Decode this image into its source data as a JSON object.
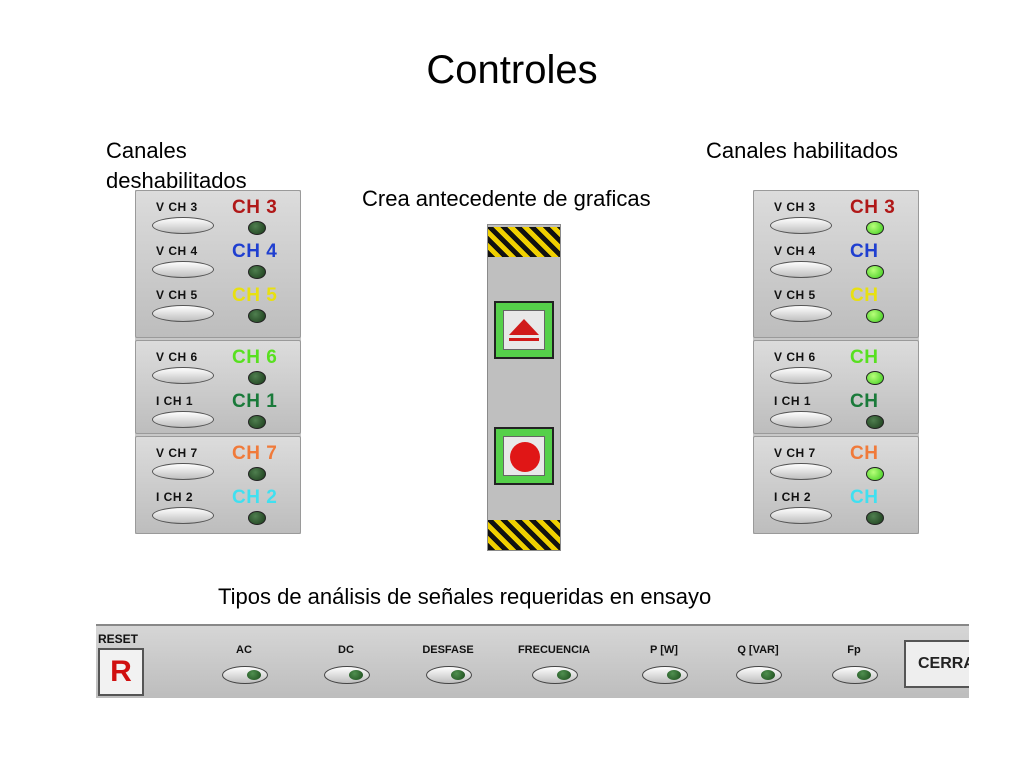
{
  "slide": {
    "title": "Controles",
    "caption_disabled": "Canales deshabilitados",
    "caption_enabled": "Canales habilitados",
    "caption_center": "Crea antecedente de graficas",
    "caption_bottom": "Tipos de análisis de señales requeridas en ensayo"
  },
  "colors": {
    "ch3": "#b01818",
    "ch4": "#1f3fd0",
    "ch5": "#e8e010",
    "ch6": "#58e020",
    "ch1": "#1a7a3a",
    "ch7": "#f07a3a",
    "ch2": "#40e0f0"
  },
  "disabled_panel": {
    "rows": [
      {
        "label": "V CH 3",
        "tag": "CH 3",
        "color": "#b01818",
        "led": "off"
      },
      {
        "label": "V CH 4",
        "tag": "CH 4",
        "color": "#1f3fd0",
        "led": "off"
      },
      {
        "label": "V CH 5",
        "tag": "CH 5",
        "color": "#e8e010",
        "led": "off"
      },
      {
        "label": "V CH 6",
        "tag": "CH 6",
        "color": "#58e020",
        "led": "off"
      },
      {
        "label": "I CH 1",
        "tag": "CH 1",
        "color": "#1a7a3a",
        "led": "off"
      },
      {
        "label": "V CH 7",
        "tag": "CH 7",
        "color": "#f07a3a",
        "led": "off"
      },
      {
        "label": "I  CH 2",
        "tag": "CH 2",
        "color": "#40e0f0",
        "led": "off"
      }
    ]
  },
  "enabled_panel": {
    "rows": [
      {
        "label": "V CH 3",
        "tag": "CH 3",
        "color": "#b01818",
        "led": "on"
      },
      {
        "label": "V CH 4",
        "tag": "CH",
        "color": "#1f3fd0",
        "led": "on"
      },
      {
        "label": "V CH 5",
        "tag": "CH",
        "color": "#e8e010",
        "led": "on"
      },
      {
        "label": "V CH 6",
        "tag": "CH",
        "color": "#58e020",
        "led": "on"
      },
      {
        "label": "I CH 1",
        "tag": "CH",
        "color": "#1a7a3a",
        "led": "off"
      },
      {
        "label": "V CH 7",
        "tag": "CH",
        "color": "#f07a3a",
        "led": "on"
      },
      {
        "label": "I  CH 2",
        "tag": "CH",
        "color": "#40e0f0",
        "led": "off"
      }
    ]
  },
  "toolbar": {
    "reset_label": "RESET",
    "reset_button": "R",
    "items": [
      "AC",
      "DC",
      "DESFASE",
      "FRECUENCIA",
      "P [W]",
      "Q [VAR]",
      "Fp"
    ],
    "close_label": "CERRAR"
  }
}
